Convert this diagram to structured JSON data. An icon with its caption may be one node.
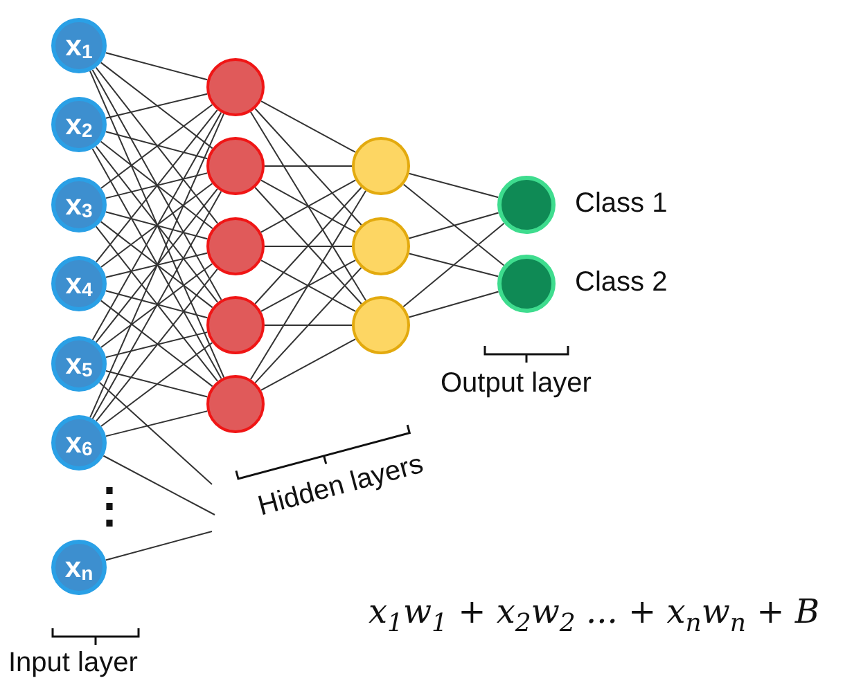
{
  "diagram": {
    "nodes": [
      {
        "text": [
          "x$_{1}$"
        ]
      },
      {
        "text": [
          "x$_{2}$"
        ]
      },
      {
        "text": [
          "x$_{3}$"
        ]
      },
      {
        "text": [
          "x$_{4}$"
        ]
      },
      {
        "text": [
          "x$_{5}$"
        ]
      },
      {
        "text": [
          "x$_{6}$"
        ]
      },
      {
        "text": [
          "x$_{n}$"
        ]
      },
      {
        "text": [],
        "shape": "circle"
      },
      {
        "text": [],
        "shape": "circle"
      },
      {
        "text": [],
        "shape": "circle"
      },
      {
        "text": [],
        "shape": "circle"
      },
      {
        "text": [],
        "shape": "circle"
      },
      {
        "text": [],
        "shape": "circle"
      },
      {
        "text": [],
        "shape": "circle"
      },
      {
        "text": [],
        "shape": "circle"
      },
      {
        "text": [],
        "shape": "circle",
        "beside": [
          "Class 1"
        ]
      },
      {
        "text": [],
        "shape": "circle",
        "beside": [
          "Class 2"
        ]
      }
    ],
    "edges": [
      {
        "from": 0,
        "to": 7,
        "arrow": "none"
      },
      {
        "from": 0,
        "to": 8,
        "arrow": "none"
      },
      {
        "from": 0,
        "to": 9,
        "arrow": "none"
      },
      {
        "from": 0,
        "to": 10,
        "arrow": "none"
      },
      {
        "from": 0,
        "to": 11,
        "arrow": "none"
      },
      {
        "from": 1,
        "to": 7,
        "arrow": "none"
      },
      {
        "from": 1,
        "to": 8,
        "arrow": "none"
      },
      {
        "from": 1,
        "to": 9,
        "arrow": "none"
      },
      {
        "from": 1,
        "to": 10,
        "arrow": "none"
      },
      {
        "from": 1,
        "to": 11,
        "arrow": "none"
      },
      {
        "from": 2,
        "to": 7,
        "arrow": "none"
      },
      {
        "from": 2,
        "to": 8,
        "arrow": "none"
      },
      {
        "from": 2,
        "to": 9,
        "arrow": "none"
      },
      {
        "from": 2,
        "to": 10,
        "arrow": "none"
      },
      {
        "from": 2,
        "to": 11,
        "arrow": "none"
      },
      {
        "from": 3,
        "to": 7,
        "arrow": "none"
      },
      {
        "from": 3,
        "to": 8,
        "arrow": "none"
      },
      {
        "from": 3,
        "to": 9,
        "arrow": "none"
      },
      {
        "from": 3,
        "to": 10,
        "arrow": "none"
      },
      {
        "from": 3,
        "to": 11,
        "arrow": "none"
      },
      {
        "from": 4,
        "to": 7,
        "arrow": "none"
      },
      {
        "from": 4,
        "to": 8,
        "arrow": "none"
      },
      {
        "from": 4,
        "to": 9,
        "arrow": "none"
      },
      {
        "from": 4,
        "to": 10,
        "arrow": "none"
      },
      {
        "from": 4,
        "to": 11,
        "arrow": "none"
      },
      {
        "from": 5,
        "to": 7,
        "arrow": "none"
      },
      {
        "from": 5,
        "to": 8,
        "arrow": "none"
      },
      {
        "from": 5,
        "to": 9,
        "arrow": "none"
      },
      {
        "from": 5,
        "to": 10,
        "arrow": "none"
      },
      {
        "from": 5,
        "to": 11,
        "arrow": "none"
      },
      {
        "from": 4,
        "to": null,
        "arrow": "none"
      },
      {
        "from": 5,
        "to": null,
        "arrow": "none"
      },
      {
        "from": 6,
        "to": null,
        "arrow": "none"
      },
      {
        "from": 7,
        "to": 12,
        "arrow": "none"
      },
      {
        "from": 7,
        "to": 13,
        "arrow": "none"
      },
      {
        "from": 7,
        "to": 14,
        "arrow": "none"
      },
      {
        "from": 8,
        "to": 12,
        "arrow": "none"
      },
      {
        "from": 8,
        "to": 13,
        "arrow": "none"
      },
      {
        "from": 8,
        "to": 14,
        "arrow": "none"
      },
      {
        "from": 9,
        "to": 12,
        "arrow": "none"
      },
      {
        "from": 9,
        "to": 13,
        "arrow": "none"
      },
      {
        "from": 9,
        "to": 14,
        "arrow": "none"
      },
      {
        "from": 10,
        "to": 12,
        "arrow": "none"
      },
      {
        "from": 10,
        "to": 13,
        "arrow": "none"
      },
      {
        "from": 10,
        "to": 14,
        "arrow": "none"
      },
      {
        "from": 11,
        "to": 12,
        "arrow": "none"
      },
      {
        "from": 11,
        "to": 13,
        "arrow": "none"
      },
      {
        "from": 11,
        "to": 14,
        "arrow": "none"
      },
      {
        "from": 12,
        "to": 15,
        "arrow": "none"
      },
      {
        "from": 12,
        "to": 16,
        "arrow": "none"
      },
      {
        "from": 13,
        "to": 15,
        "arrow": "none"
      },
      {
        "from": 13,
        "to": 16,
        "arrow": "none"
      },
      {
        "from": 14,
        "to": 15,
        "arrow": "none"
      },
      {
        "from": 14,
        "to": 16,
        "arrow": "none"
      }
    ],
    "labels": [
      "⋮",
      "Hidden layers",
      "Output layer",
      "Input layer",
      "x$_{1}$w$_{1}$ + x$_{2}$w$_{2}$ ... + x$_{n}$w$_{n}$ + B"
    ]
  }
}
